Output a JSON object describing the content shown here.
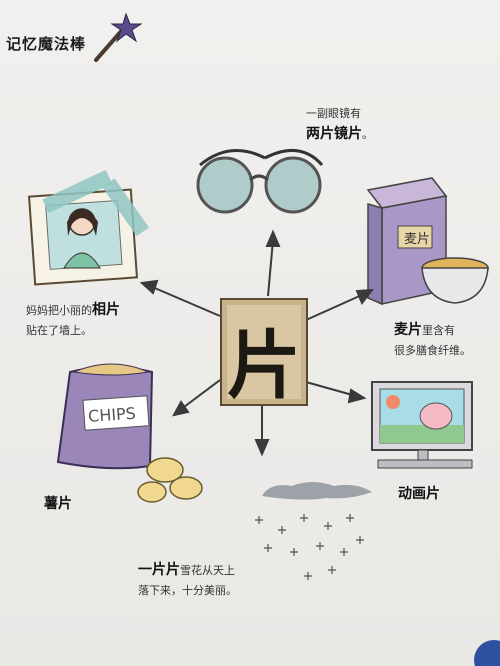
{
  "title": "记忆魔法棒",
  "center_char": "片",
  "glasses": {
    "line1": "一副眼镜有",
    "bold": "两片镜片",
    "tail": "。"
  },
  "photo": {
    "line1_pre": "妈妈把小丽的",
    "bold": "相片",
    "line2": "贴在了墙上。"
  },
  "cereal": {
    "bold": "麦片",
    "line1_post": "里含有",
    "line2": "很多膳食纤维。",
    "box_label": "麦片"
  },
  "chips": {
    "bold": "薯片",
    "bag_label": "CHIPS"
  },
  "cartoon": {
    "bold": "动画片"
  },
  "snow": {
    "bold": "一片片",
    "line1_post": "雪花从天上",
    "line2": "落下来，十分美丽。"
  },
  "colors": {
    "arrow": "#3a3a3a",
    "purple": "#9a86b8",
    "teal": "#8fc6c3",
    "wood": "#d9c7a3"
  }
}
